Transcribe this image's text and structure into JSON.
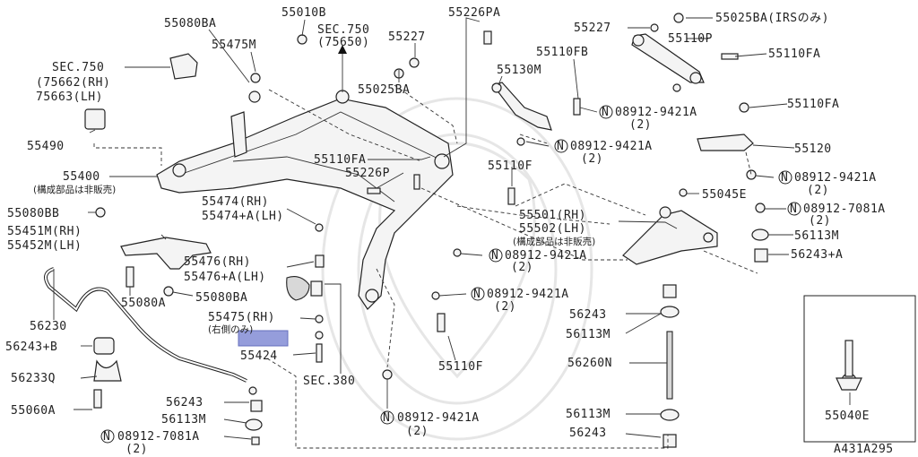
{
  "diagram": {
    "figure_id": "A431A295",
    "labels": {
      "p55080BA_top": "55080BA",
      "p55010B": "55010B",
      "sec750_top": "SEC.750",
      "sec750_top_ref": "(75650)",
      "p55226PA": "55226PA",
      "p55227_top": "55227",
      "p55025BA_irs": "55025BA(IRSのみ)",
      "p55475M": "55475M",
      "p55227_mid": "55227",
      "p55110P": "55110P",
      "p55110FA_top": "55110FA",
      "sec750_left": "SEC.750",
      "sec750_left_rh": "(75662(RH)",
      "sec750_left_lh": " 75663(LH)",
      "p55025BA_mid": "55025BA",
      "p55110FB": "55110FB",
      "p55130M": "55130M",
      "n08912_9421A_a": "08912-9421A",
      "n08912_9421A_a_qty": "(2)",
      "p55110FA_right": "55110FA",
      "p55490": "55490",
      "n08912_9421A_b": "08912-9421A",
      "n08912_9421A_b_qty": "(2)",
      "p55120": "55120",
      "p55110FA_center": "55110FA",
      "p55226P": "55226P",
      "p55110F_mid": "55110F",
      "p55400": "55400",
      "p55400_note": "(構成部品は非販売)",
      "n08912_9421A_c": "08912-9421A",
      "n08912_9421A_c_qty": "(2)",
      "p55045E": "55045E",
      "p55080BB": "55080BB",
      "p55474_rh": "55474(RH)",
      "p55474_lh": "55474+A(LH)",
      "n08912_7081A_r": "08912-7081A",
      "n08912_7081A_r_qty": "(2)",
      "p55451M": "55451M(RH)",
      "p55452M": "55452M(LH)",
      "p55501": "55501(RH)",
      "p55502": "55502(LH)",
      "p55501_note": "(構成部品は非販売)",
      "p56113M_r": "56113M",
      "n08912_9421A_d": "08912-9421A",
      "n08912_9421A_d_qty": "(2)",
      "p56243A": "56243+A",
      "p55476_rh": "55476(RH)",
      "p55476_lh": "55476+A(LH)",
      "p55080A": "55080A",
      "p55080BA_low": "55080BA",
      "n08912_9421A_e": "08912-9421A",
      "n08912_9421A_e_qty": "(2)",
      "p56230": "56230",
      "p55475_rh": "55475(RH)",
      "p55475_note": "(右側のみ)",
      "p56243_mid": "56243",
      "p56113M_mid": "56113M",
      "p56243B": "56243+B",
      "p55424": "55424",
      "p55110F_low": "55110F",
      "p56233Q": "56233Q",
      "sec380": "SEC.380",
      "p56260N": "56260N",
      "p55040E": "55040E",
      "p55060A": "55060A",
      "p56243_low": "56243",
      "p56113M_low": "56113M",
      "p56113M_br": "56113M",
      "n08912_9421A_f": "08912-9421A",
      "n08912_9421A_f_qty": "(2)",
      "n08912_7081A_l": "08912-7081A",
      "n08912_7081A_l_qty": "(2)",
      "p56243_br": "56243",
      "n_symbol": "N"
    }
  }
}
